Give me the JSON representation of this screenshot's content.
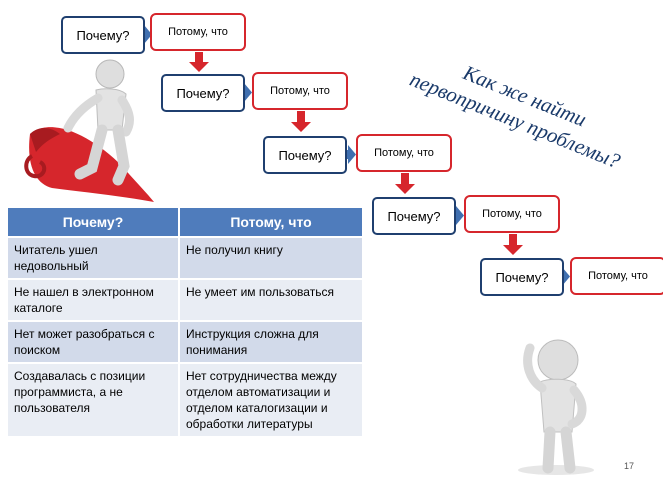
{
  "chain": [
    {
      "why": "Почему?",
      "because": "Потому, что"
    },
    {
      "why": "Почему?",
      "because": "Потому, что"
    },
    {
      "why": "Почему?",
      "because": "Потому, что"
    },
    {
      "why": "Почему?",
      "because": "Потому, что"
    },
    {
      "why": "Почему?",
      "because": "Потому, что"
    }
  ],
  "question": {
    "line1": "Как же найти",
    "line2": "первопричину проблемы?"
  },
  "table": {
    "headers": [
      "Почему?",
      "Потому, что"
    ],
    "rows": [
      {
        "why": "Читатель ушел недовольный",
        "because": "Не получил книгу"
      },
      {
        "why": "Не нашел в электронном каталоге",
        "because": "Не умеет им пользоваться"
      },
      {
        "why": "Нет может разобраться с поиском",
        "because": "Инструкция сложна для понимания"
      },
      {
        "why": "Создавалась с позиции программиста, а не пользователя",
        "because": "Нет сотрудничества между отделом автоматизации и отделом каталогизации и обработки литературы"
      }
    ]
  },
  "page_number": "17",
  "colors": {
    "why_border": "#1f3f6f",
    "because_border": "#d6262c",
    "arrow_right": "#3f6fb0",
    "arrow_down": "#d6262c",
    "table_header": "#4f7cbc",
    "question_text": "#1a3a6a"
  }
}
